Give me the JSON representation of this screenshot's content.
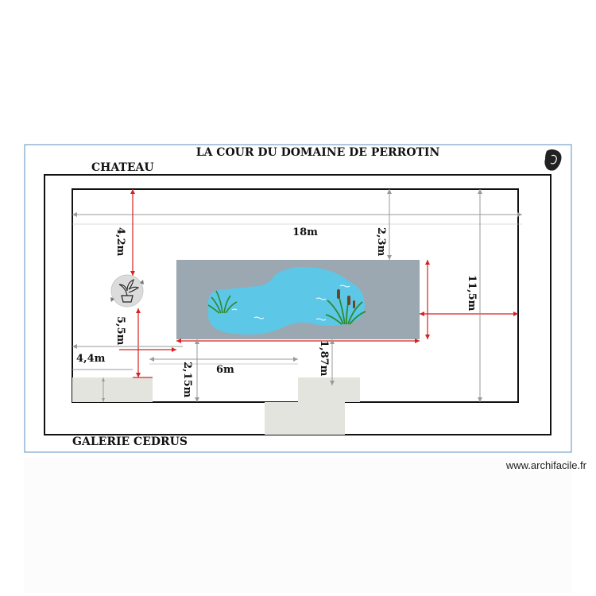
{
  "plan": {
    "title": "LA COUR DU DOMAINE DE PERROTIN",
    "top_label": "CHATEAU",
    "bottom_label": "GALERIE CEDRUS",
    "colors": {
      "frame_border": "#5b8fbf",
      "wall": "#111111",
      "pond_bed": "#9ba8b2",
      "water": "#5cc7e6",
      "dim_red": "#d62020",
      "dim_grey": "#9a9a9a",
      "planter": "#e4e4df"
    },
    "dimensions": {
      "length_top": "18m",
      "height_left": "4,2m",
      "height_mid": "2,3m",
      "height_right": "11,5m",
      "plant_to_bottom": "5,5m",
      "left_offset": "4,4m",
      "pond_width": "6m",
      "pond_to_bottom_left": "2,15m",
      "pond_to_bottom_right": "1,87m"
    },
    "icons": [
      "potted-plant-icon",
      "reeds-icon",
      "brand-logo-icon"
    ]
  },
  "footer": {
    "credit": "www.archifacile.fr"
  }
}
